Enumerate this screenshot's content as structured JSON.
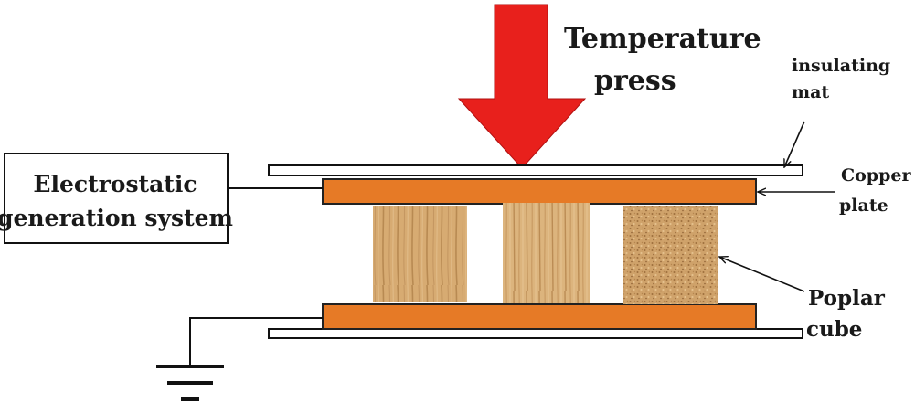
{
  "labels": {
    "press_line1": "Temperature",
    "press_line2": "press",
    "mat_line1": "insulating",
    "mat_line2": "mat",
    "copper_line1": "Copper",
    "copper_line2": "plate",
    "cube_line1": "Poplar",
    "cube_line2": "cube",
    "generator_line1": "Electrostatic",
    "generator_line2": "generation system"
  },
  "colors": {
    "press_arrow": "#e8201c",
    "copper": "#e67a26",
    "wood_light": "#d9ae74",
    "wood_dark": "#b98a4e",
    "cork": "#c99a5e"
  }
}
